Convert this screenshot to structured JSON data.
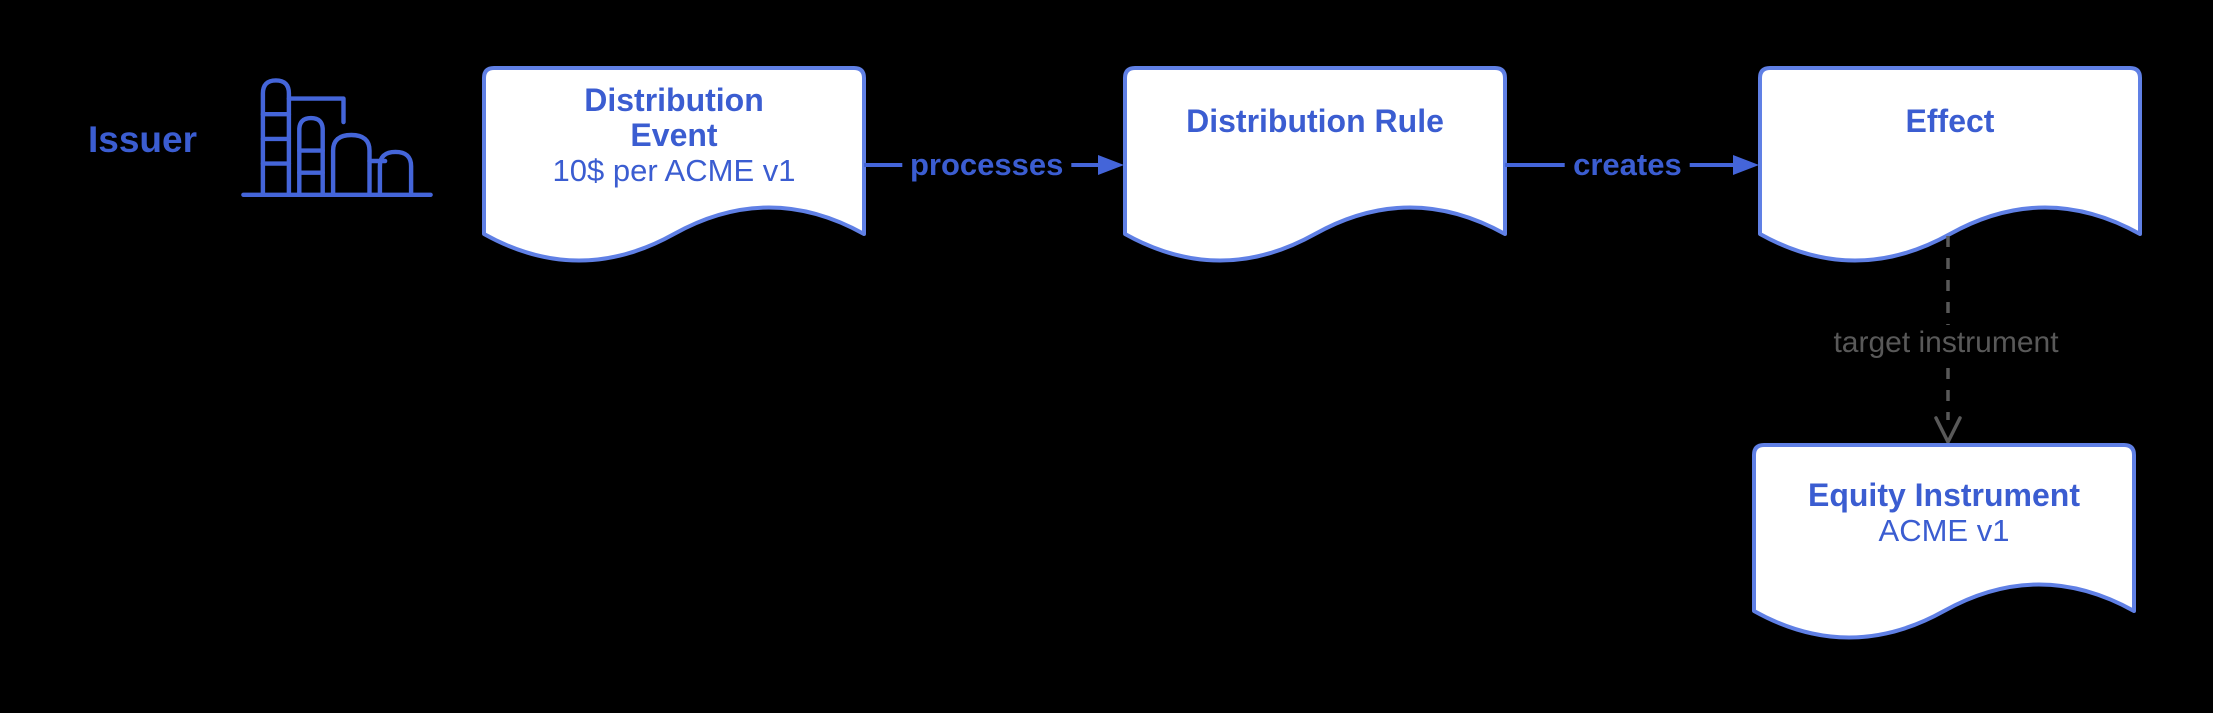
{
  "issuer": {
    "label": "Issuer"
  },
  "nodes": [
    {
      "id": "distribution-event",
      "title": "Distribution Event",
      "subtitle": "10$ per ACME v1"
    },
    {
      "id": "distribution-rule",
      "title": "Distribution Rule",
      "subtitle": ""
    },
    {
      "id": "effect",
      "title": "Effect",
      "subtitle": ""
    },
    {
      "id": "equity-instrument",
      "title": "Equity Instrument",
      "subtitle": "ACME v1"
    }
  ],
  "edges": [
    {
      "id": "processes",
      "label": "processes",
      "from": "distribution-event",
      "to": "distribution-rule",
      "style": "solid"
    },
    {
      "id": "creates",
      "label": "creates",
      "from": "distribution-rule",
      "to": "effect",
      "style": "solid"
    },
    {
      "id": "target-instrument",
      "label": "target instrument",
      "from": "effect",
      "to": "equity-instrument",
      "style": "dashed"
    }
  ],
  "icons": [
    {
      "name": "factory-icon",
      "meaning": "issuer industrial plant"
    }
  ],
  "colors": {
    "background": "#000000",
    "node_fill": "#ffffff",
    "node_border": "#6080e5",
    "node_text": "#3b5dd1",
    "arrow_blue": "#4465d9",
    "arrow_gray": "#595959"
  }
}
